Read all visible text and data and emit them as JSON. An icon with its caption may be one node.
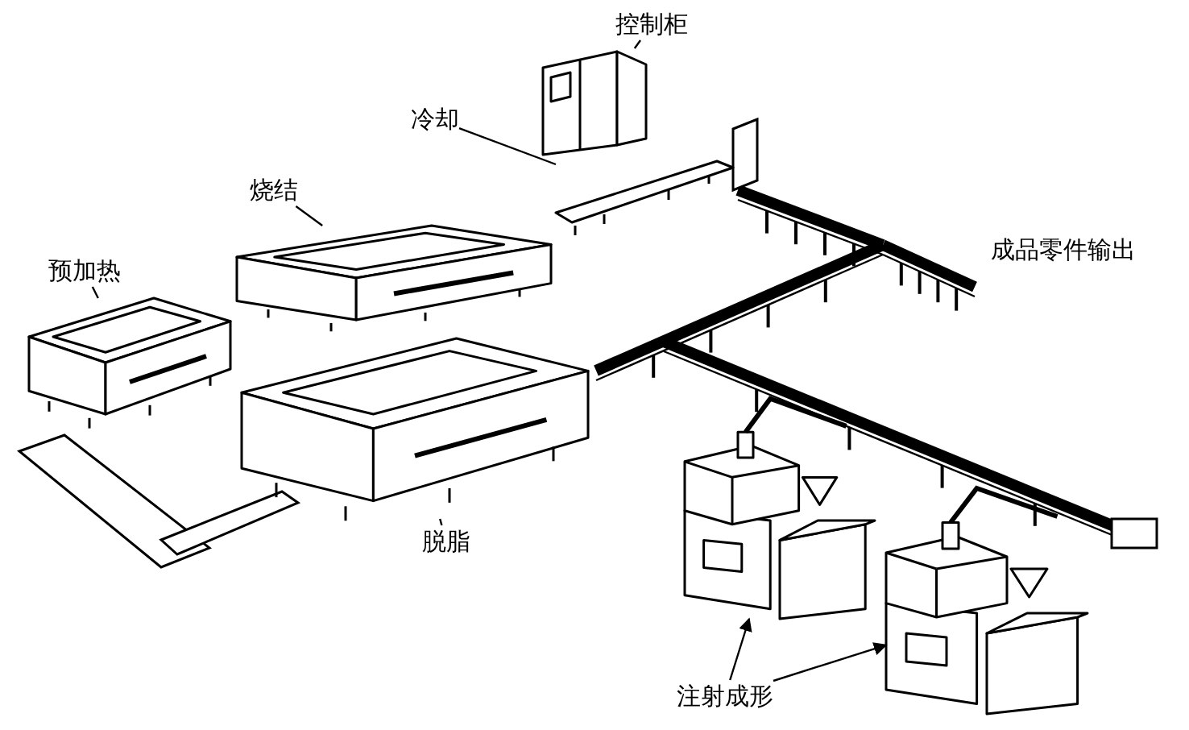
{
  "diagram": {
    "nodes": [
      {
        "text": [
          "控制柜"
        ]
      },
      {
        "text": [],
        "shape": "picture"
      },
      {
        "text": [
          "冷却"
        ]
      },
      {
        "text": [],
        "shape": "picture"
      },
      {
        "text": [
          "烧结"
        ]
      },
      {
        "text": [],
        "shape": "picture"
      },
      {
        "text": [
          "预加热"
        ]
      },
      {
        "text": [],
        "shape": "picture"
      },
      {
        "text": [
          "脱脂"
        ]
      },
      {
        "text": [],
        "shape": "picture"
      },
      {
        "text": [
          "注射成形"
        ]
      },
      {
        "text": [],
        "shape": "picture"
      },
      {
        "text": [],
        "shape": "picture"
      }
    ],
    "edges": [
      {
        "from": 0,
        "to": 1,
        "arrow": "none"
      },
      {
        "from": 2,
        "to": 3,
        "arrow": "none"
      },
      {
        "from": 4,
        "to": 5,
        "arrow": "none"
      },
      {
        "from": 6,
        "to": 7,
        "arrow": "none"
      },
      {
        "from": 8,
        "to": 9,
        "arrow": "none"
      },
      {
        "from": 10,
        "to": 11,
        "arrow": "to"
      },
      {
        "from": 10,
        "to": 12,
        "arrow": "to"
      }
    ],
    "labels": [
      "成品零件输出"
    ]
  }
}
